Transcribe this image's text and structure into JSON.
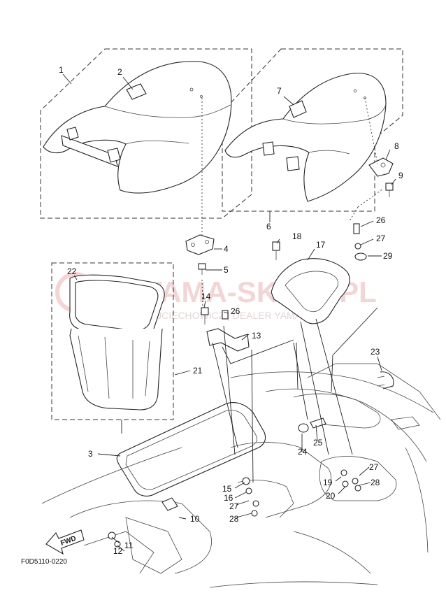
{
  "watermark": {
    "main": "YAMA-SKLEP.PL",
    "sub": "WOJCIECHOWICZ | DEALER YAMAHA"
  },
  "diagram_code": "F0D5110-0220",
  "fwd_label": "FWD",
  "callouts": {
    "c1": "1",
    "c2": "2",
    "c3": "3",
    "c4": "4",
    "c5": "5",
    "c6": "6",
    "c7": "7",
    "c8": "8",
    "c9": "9",
    "c10": "10",
    "c11": "11",
    "c12": "12",
    "c13": "13",
    "c14": "14",
    "c15": "15",
    "c16": "16",
    "c17": "17",
    "c18": "18",
    "c19": "19",
    "c20": "20",
    "c21": "21",
    "c22": "22",
    "c23": "23",
    "c24": "24",
    "c25": "25",
    "c26a": "26",
    "c26b": "26",
    "c27a": "27",
    "c27b": "27",
    "c27c": "27",
    "c28a": "28",
    "c28b": "28",
    "c29": "29"
  },
  "colors": {
    "line": "#222222",
    "watermark": "#e8b4b4"
  }
}
